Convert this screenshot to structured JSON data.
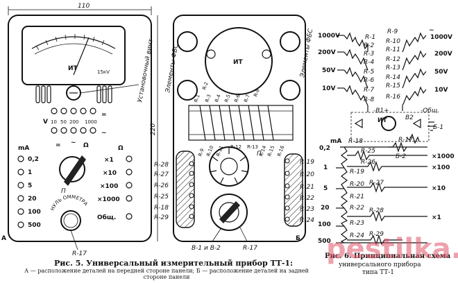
{
  "fig5": {
    "dim_width": "110",
    "dim_height": "220",
    "screw_label": "Установочный винт",
    "elements_left": "Элементы ФБС",
    "elements_right": "Элементы ФБС",
    "meter_label": "ИТ",
    "kv_label": "15кV",
    "range_row": [
      "V",
      "10",
      "50",
      "200",
      "1000"
    ],
    "ma_label": "mA",
    "ma_values": [
      "0,2",
      "1",
      "5",
      "20",
      "100",
      "500"
    ],
    "switch_symbols": [
      "=",
      "~",
      "Ω"
    ],
    "switch_label": "П",
    "ohm_label": "Ω",
    "ohm_values": [
      "×1",
      "×10",
      "×100",
      "×1000",
      "Общ."
    ],
    "zero_label": "НУЛЬ ОММЕТРА",
    "r17_label": "R-17",
    "panel_a": "А",
    "panel_b": "Б",
    "left_resistors": [
      "R-28",
      "R-27",
      "R-26",
      "R-25",
      "R-18",
      "R-29"
    ],
    "right_resistors": [
      "R-19",
      "R-20",
      "R-21",
      "R-22",
      "R-23",
      "R-24"
    ],
    "strip_top": [
      "R-1",
      "R-2",
      "R-3",
      "R-4",
      "R-5",
      "R-6",
      "R-7",
      "R-8"
    ],
    "strip_bottom": [
      "R-9",
      "R-10",
      "R-11",
      "R-12",
      "R-13",
      "R-14",
      "R-15",
      "R-16"
    ],
    "back_meter": "ИТ",
    "back_switch": "П",
    "diodes_label": "В-1 и В-2",
    "back_r17": "R-17",
    "caption_title": "Рис. 5. Универсальный измерительный прибор ТТ-1:",
    "caption_body": "А — расположение деталей на передней стороне панели; Б — расположение деталей на задней стороне панели"
  },
  "fig6": {
    "left_volts": [
      "1000V",
      "200V",
      "50V",
      "10V"
    ],
    "left_res": [
      "R-1",
      "R-2",
      "R-3",
      "R-4",
      "R-5",
      "R-6",
      "R-7",
      "R-8"
    ],
    "right_res": [
      "R-9",
      "R-10",
      "R-11",
      "R-12",
      "R-13",
      "R-14",
      "R-15",
      "R-16"
    ],
    "right_volts": [
      "1000V",
      "200V",
      "50V",
      "10V"
    ],
    "ac_symbol": "~",
    "common": "-Общ.",
    "meter": "ИТ",
    "b1": "-В1+",
    "b2": "В2",
    "b1_right": "Б-1",
    "r17": "R-17",
    "b2_bat": "Б-2",
    "ma": "mA",
    "shunt_vals": [
      "0,2",
      "1",
      "5",
      "20",
      "100",
      "500"
    ],
    "shunt_res": [
      "R-18",
      "R-19",
      "R-20",
      "R-21",
      "R-22",
      "R-23",
      "R-24"
    ],
    "ohm_res": [
      "R-25",
      "R-26",
      "R-27",
      "R-28",
      "R-29"
    ],
    "ohm_outputs": [
      "×1000",
      "×100",
      "×10",
      "×1"
    ],
    "caption_title": "Рис. 6. Принципиальная схема",
    "caption_line2": "универсального прибора",
    "caption_line3": "типа ТТ-1"
  },
  "watermark": "pestilka.ru"
}
